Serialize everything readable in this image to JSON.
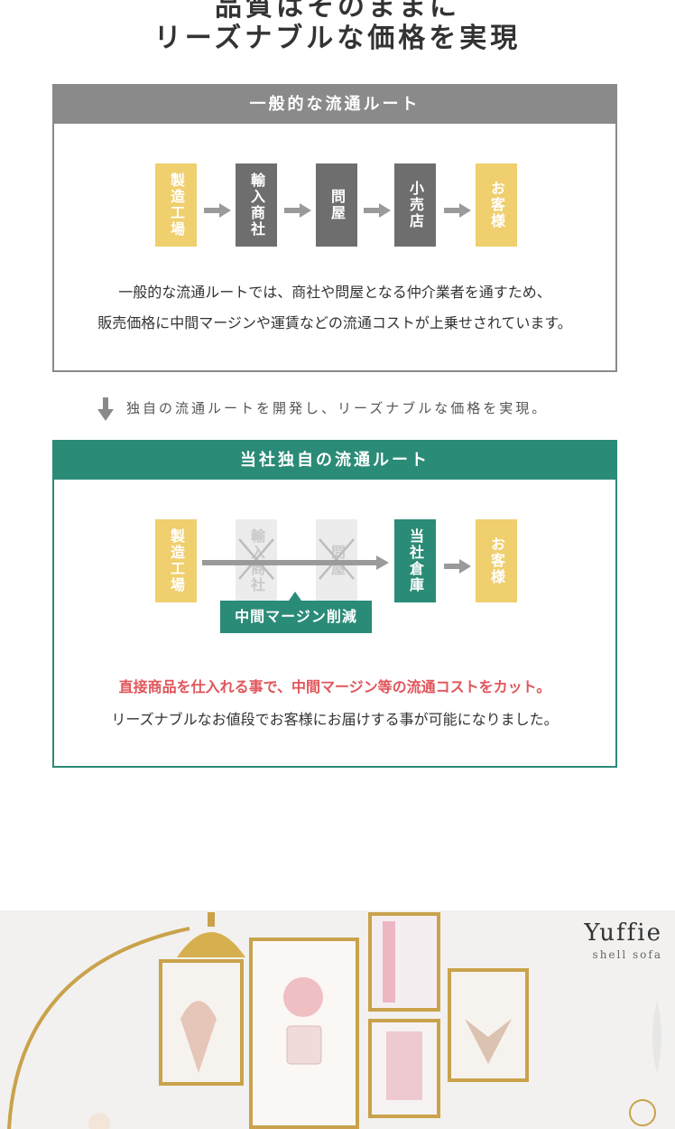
{
  "heading": {
    "top_partial": "品質はそのままに",
    "main": "リーズナブルな価格を実現"
  },
  "general_route": {
    "title": "一般的な流通ルート",
    "steps": [
      "製造工場",
      "輸入商社",
      "問屋",
      "小売店",
      "お客様"
    ],
    "description_line1": "一般的な流通ルートでは、商社や問屋となる仲介業者を通すため、",
    "description_line2": "販売価格に中間マージンや運賃などの流通コストが上乗せされています。"
  },
  "divider": {
    "text": "独自の流通ルートを開発し、リーズナブルな価格を実現。"
  },
  "own_route": {
    "title": "当社独自の流通ルート",
    "steps": [
      "製造工場",
      "輸入商社",
      "問屋",
      "当社倉庫",
      "お客様"
    ],
    "margin_label": "中間マージン削減",
    "highlight": "直接商品を仕入れる事で、中間マージン等の流通コストをカット。",
    "note": "リーズナブルなお値段でお客様にお届けする事が可能になりました。"
  },
  "photo": {
    "brand_name": "Yuffie",
    "brand_sub": "shell sofa"
  },
  "colors": {
    "gray_header": "#8a8a8a",
    "green_accent": "#2a8b77",
    "yellow_tile": "#efcf6e",
    "dark_tile": "#6e6e6e",
    "red_text": "#e0555a"
  }
}
